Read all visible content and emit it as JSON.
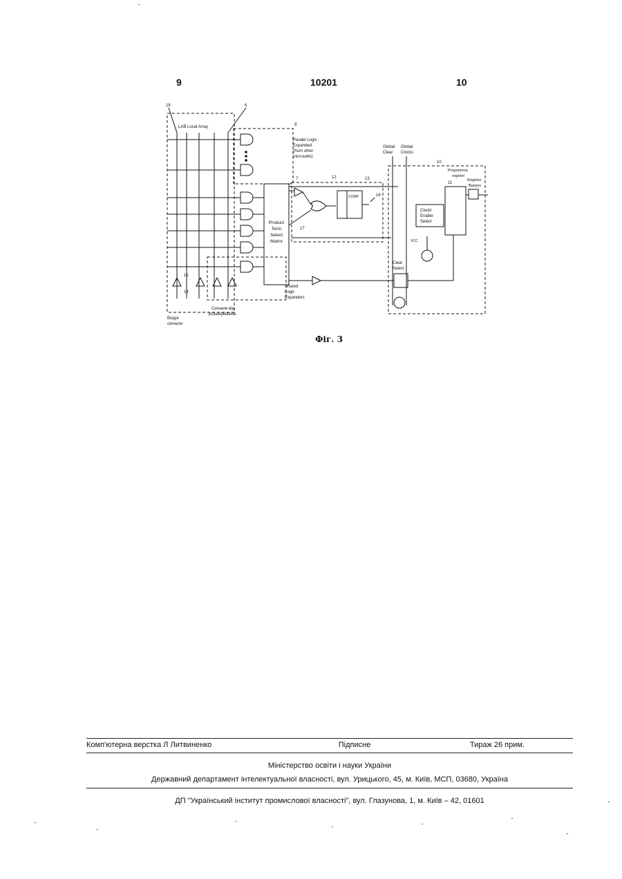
{
  "header": {
    "page_left": "9",
    "patent_number": "10201",
    "page_right": "10"
  },
  "figure": {
    "caption": "Фіг. 3",
    "labels": {
      "lab_local_array": "LAB Local Array",
      "parallel_logic": [
        "Paralel Logic",
        "Expanded",
        "(from other",
        "microcells)"
      ],
      "product_term": [
        "Product",
        "Term",
        "Select",
        "Matrix"
      ],
      "shared_logic": [
        "Shared",
        "Logic",
        "Expanders"
      ],
      "global_clear": [
        "Global",
        "Clear"
      ],
      "global_clocks": [
        "Global",
        "Clocks"
      ],
      "programmable_register": [
        "Programma",
        "register"
      ],
      "register_bypass": [
        "Register",
        "Bypass"
      ],
      "clock_enable": [
        "Clock/",
        "Enable",
        "Select"
      ],
      "clear_select": [
        "Clear",
        "Select"
      ],
      "comp": "COMP",
      "vcc": "VCC",
      "input_signals": [
        "Вхідні",
        "сигнали"
      ],
      "expander_signals": [
        "Сигнали від",
        "розширювачів"
      ],
      "refs": [
        "18",
        "6",
        "8",
        "7",
        "12",
        "13",
        "16",
        "10",
        "11",
        "15",
        "14",
        "17"
      ]
    }
  },
  "colophon": {
    "typesetting": "Комп'ютерна верстка Л Литвиненко",
    "subscription": "Підписне",
    "circulation": "Тираж 26 прим.",
    "ministry": "Міністерство освіти і науки України",
    "department": "Державний департамент інтелектуальної власності, вул. Урицького, 45, м. Київ, МСП, 03680, Україна",
    "institute": "ДП \"Український інститут промислової власності\", вул. Глазунова, 1, м. Київ – 42, 01601"
  }
}
